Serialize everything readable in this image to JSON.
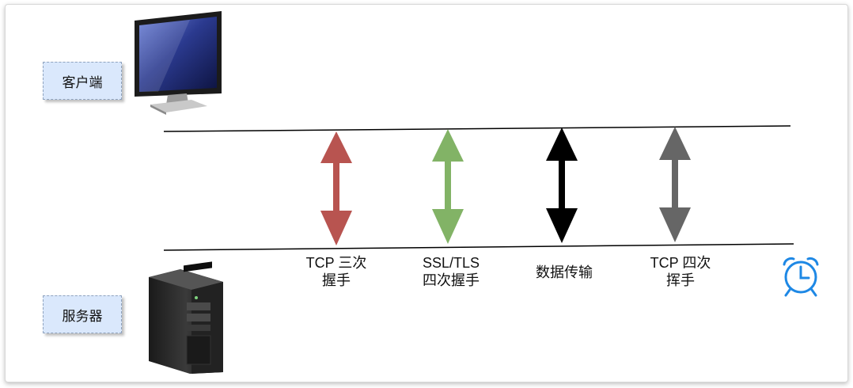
{
  "client": {
    "label": "客户端"
  },
  "server": {
    "label": "服务器"
  },
  "steps": [
    {
      "lines": [
        "TCP 三次",
        "握手"
      ],
      "color": "#b85450"
    },
    {
      "lines": [
        "SSL/TLS",
        "四次握手"
      ],
      "color": "#82b366"
    },
    {
      "lines": [
        "数据传输"
      ],
      "color": "#000000"
    },
    {
      "lines": [
        "TCP 四次",
        "挥手"
      ],
      "color": "#666666"
    }
  ],
  "icons": {
    "client": "monitor-icon",
    "server": "server-tower-icon",
    "time": "alarm-clock-icon"
  },
  "colors": {
    "label_fill": "#dae8fc",
    "label_border": "#8fa3bf",
    "clock": "#1e88e5"
  }
}
